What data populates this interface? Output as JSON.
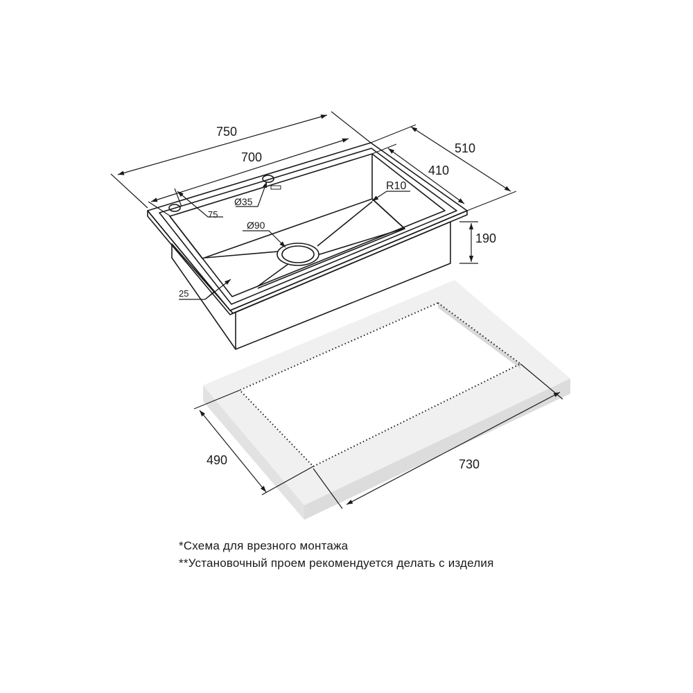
{
  "dimensions": {
    "sink_length": "750",
    "bowl_length": "700",
    "sink_width": "510",
    "bowl_width": "410",
    "depth": "190",
    "tap_hole": "Ø35",
    "drain": "Ø90",
    "corner_radius": "R10",
    "tap_offset": "75",
    "rim_width": "25",
    "cutout_width": "490",
    "cutout_length": "730"
  },
  "notes": [
    "*Схема для врезного монтажа",
    "**Установочный проем рекомендуется делать с изделия"
  ],
  "colors": {
    "line": "#1a1a1a",
    "countertop_top": "#efefef",
    "countertop_side": "#dcdcdc",
    "countertop_front": "#e6e6e6"
  }
}
